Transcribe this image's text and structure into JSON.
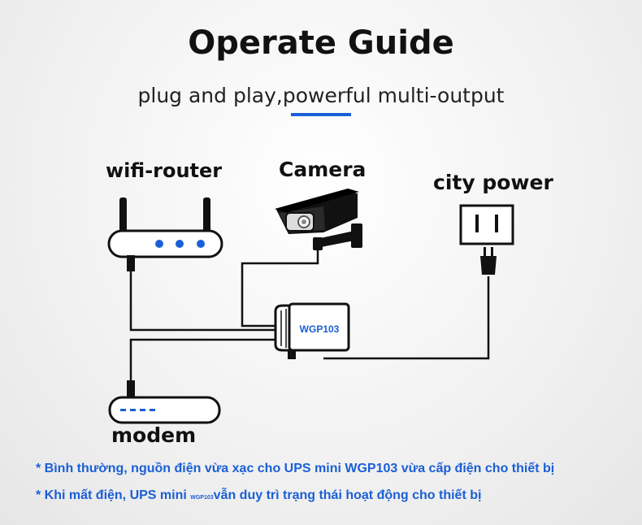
{
  "header": {
    "title": "Operate Guide",
    "subtitle": "plug and play,powerful multi-output"
  },
  "devices": {
    "router_label": "wifi-router",
    "camera_label": "Camera",
    "power_label": "city power",
    "modem_label": "modem",
    "ups_label": "WGP103"
  },
  "notes": {
    "line1": "* Bình thường, nguồn điện vừa xạc cho UPS mini WGP103 vừa cấp điện cho thiết bị",
    "line2_before": "* Khi mất điện, UPS mini ",
    "line2_small": "WGP103",
    "line2_after": "vẫn duy trì trạng thái hoạt động cho thiết bị"
  },
  "colors": {
    "accent": "#1a5fd6",
    "cable": "#111111",
    "device_outline": "#111111"
  },
  "icons": [
    "wifi-router-icon",
    "cctv-camera-icon",
    "wall-socket-icon",
    "power-plug-icon",
    "ups-box-icon",
    "modem-icon"
  ]
}
